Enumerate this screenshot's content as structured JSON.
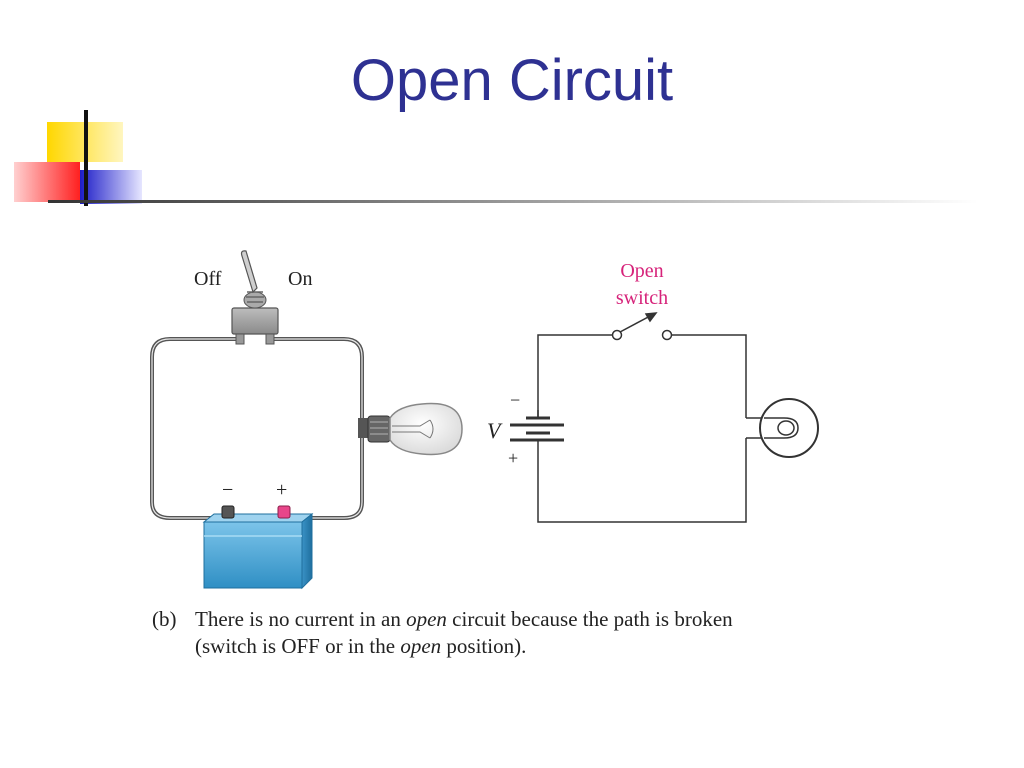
{
  "slide": {
    "title": "Open Circuit"
  },
  "accent_colors": {
    "title": "#2e3192",
    "deco_yellow": "#ffd700",
    "deco_red": "#ff2a2a",
    "deco_blue": "#1d1dc8",
    "switch_label": "#d6237a",
    "battery": "#4aa8d8"
  },
  "pictorial": {
    "switch_off_label": "Off",
    "switch_on_label": "On",
    "battery_minus_label": "−",
    "battery_plus_label": "+"
  },
  "schematic": {
    "switch_label_line1": "Open",
    "switch_label_line2": "switch",
    "voltage_label": "V",
    "battery_minus_label": "−",
    "battery_plus_label": "+"
  },
  "caption": {
    "tag": "(b)",
    "line1_a": "There is no current in an ",
    "line1_em": "open",
    "line1_b": " circuit because the path is broken",
    "line2_a": "(switch is OFF or in the ",
    "line2_em": "open",
    "line2_b": " position)."
  }
}
